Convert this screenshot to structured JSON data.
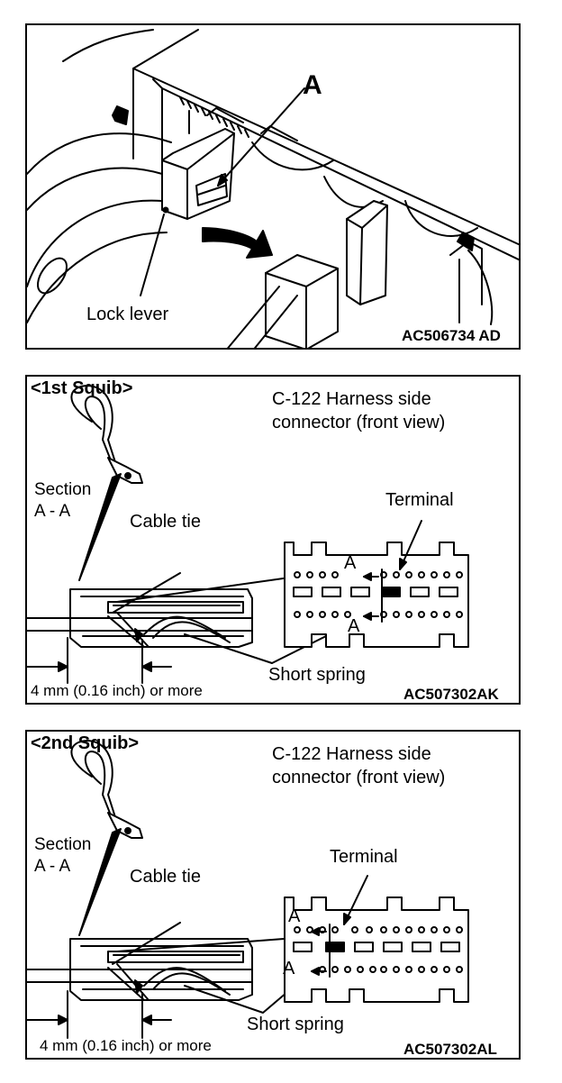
{
  "figure1": {
    "callout_a": "A",
    "lock_lever": "Lock lever",
    "code": "AC506734 AD"
  },
  "figure2": {
    "squib": "<1st Squib>",
    "connector_line1": "C-122 Harness side",
    "connector_line2": "connector (front view)",
    "section_line1": "Section",
    "section_line2": "A - A",
    "cable_tie": "Cable tie",
    "terminal": "Terminal",
    "section_marker_top": "A",
    "section_marker_bottom": "A",
    "short_spring": "Short spring",
    "dimension": "4 mm (0.16 inch) or more",
    "code": "AC507302AK"
  },
  "figure3": {
    "squib": "<2nd Squib>",
    "connector_line1": "C-122 Harness side",
    "connector_line2": "connector (front view)",
    "section_line1": "Section",
    "section_line2": "A - A",
    "cable_tie": "Cable tie",
    "terminal": "Terminal",
    "section_marker_top": "A",
    "section_marker_bottom": "A",
    "short_spring": "Short spring",
    "dimension": "4 mm (0.16 inch) or more",
    "code": "AC507302AL"
  }
}
